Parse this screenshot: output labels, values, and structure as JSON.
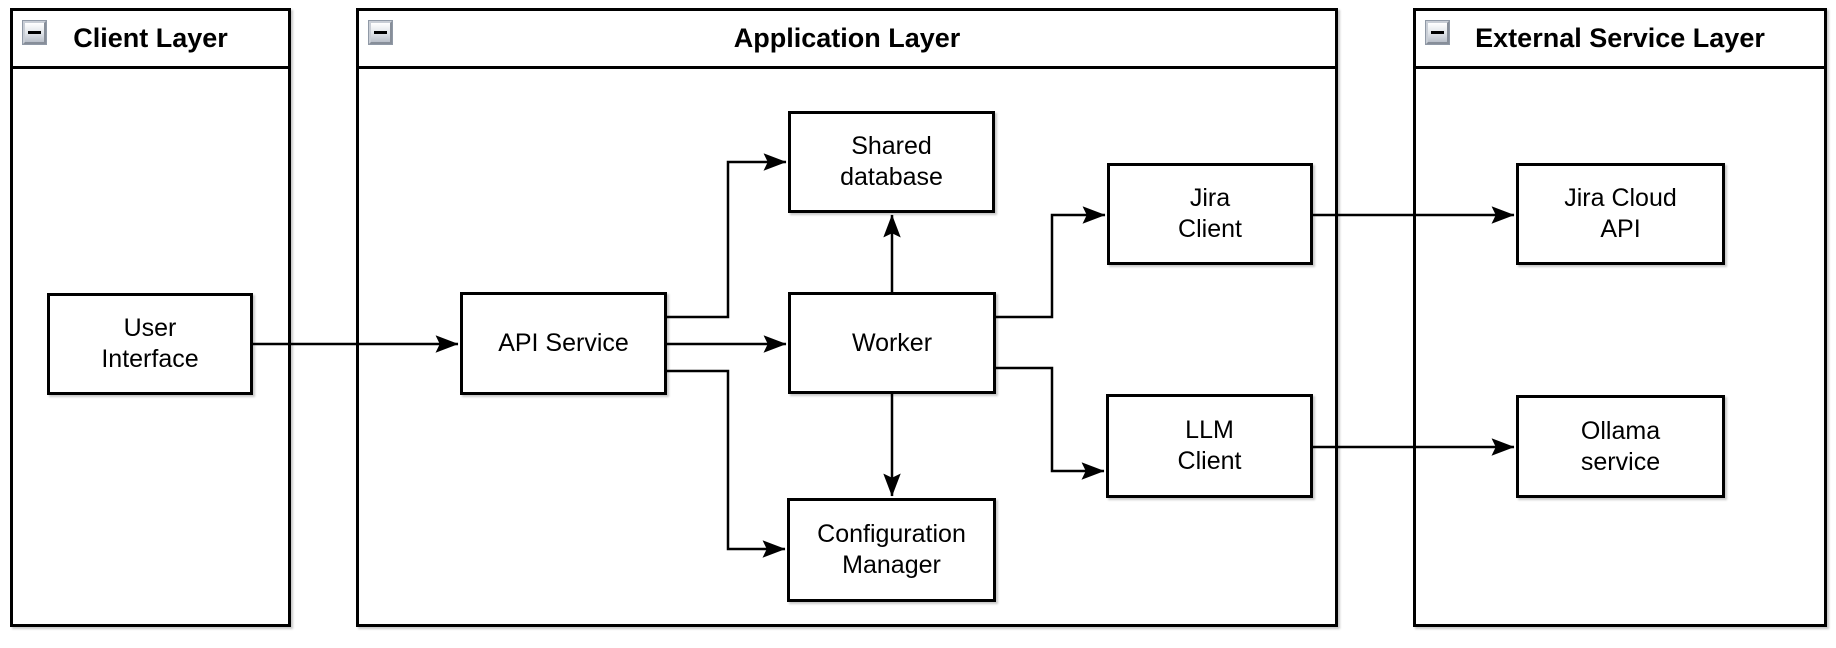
{
  "diagram": {
    "colors": {
      "stroke": "#000000",
      "background": "#ffffff",
      "collapse_button_border": "#9099a6"
    },
    "icons": {
      "collapse": "minus-icon"
    },
    "layers": [
      {
        "id": "client",
        "title": "Client Layer"
      },
      {
        "id": "application",
        "title": "Application Layer"
      },
      {
        "id": "external",
        "title": "External Service Layer"
      }
    ],
    "nodes": {
      "user_interface": {
        "label": "User\nInterface",
        "layer": "Client Layer"
      },
      "api_service": {
        "label": "API Service",
        "layer": "Application Layer"
      },
      "shared_database": {
        "label": "Shared\ndatabase",
        "layer": "Application Layer"
      },
      "worker": {
        "label": "Worker",
        "layer": "Application Layer"
      },
      "configuration_manager": {
        "label": "Configuration\nManager",
        "layer": "Application Layer"
      },
      "jira_client": {
        "label": "Jira\nClient",
        "layer": "Application Layer"
      },
      "llm_client": {
        "label": "LLM\nClient",
        "layer": "Application Layer"
      },
      "jira_cloud_api": {
        "label": "Jira Cloud\nAPI",
        "layer": "External Service Layer"
      },
      "ollama_service": {
        "label": "Ollama\nservice",
        "layer": "External Service Layer"
      }
    },
    "edges": [
      {
        "from": "User Interface",
        "to": "API Service"
      },
      {
        "from": "API Service",
        "to": "Shared database"
      },
      {
        "from": "API Service",
        "to": "Worker"
      },
      {
        "from": "API Service",
        "to": "Configuration Manager"
      },
      {
        "from": "Worker",
        "to": "Shared database"
      },
      {
        "from": "Worker",
        "to": "Configuration Manager"
      },
      {
        "from": "Worker",
        "to": "Jira Client"
      },
      {
        "from": "Worker",
        "to": "LLM Client"
      },
      {
        "from": "Jira Client",
        "to": "Jira Cloud API"
      },
      {
        "from": "LLM Client",
        "to": "Ollama service"
      }
    ]
  }
}
